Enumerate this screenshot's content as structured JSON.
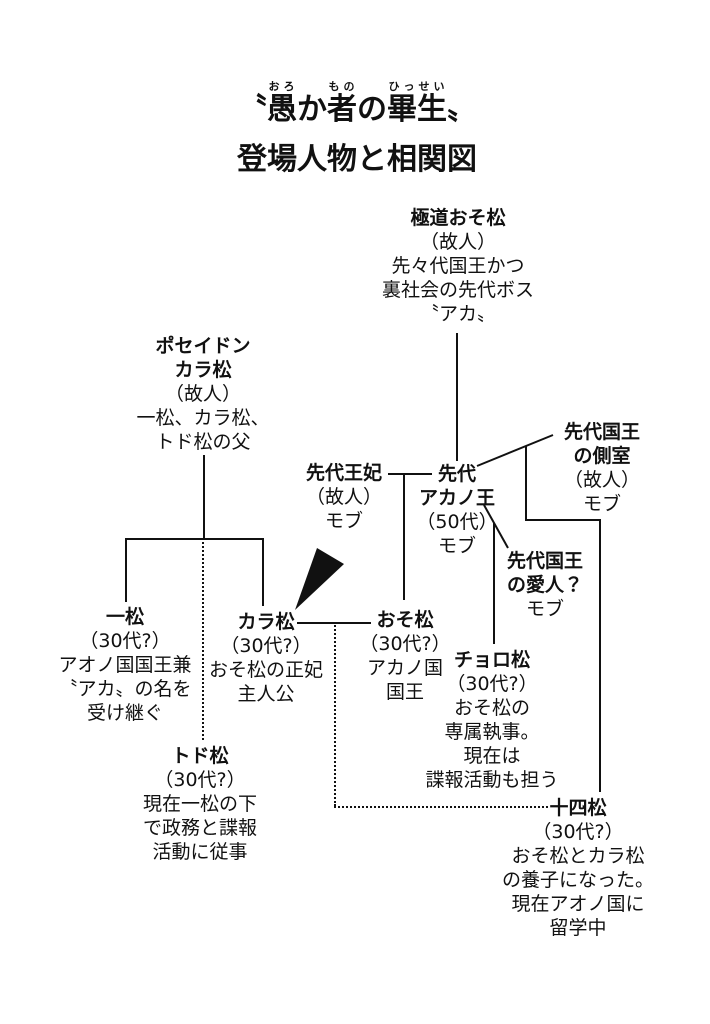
{
  "meta": {
    "background_color": "#ffffff",
    "ink_color": "#111111"
  },
  "title": {
    "quote_open": "〝",
    "quote_close": "〟",
    "ruby": [
      {
        "base": "愚",
        "rt": "おろ"
      },
      {
        "base": "か",
        "rt": ""
      },
      {
        "base": "者",
        "rt": "もの"
      },
      {
        "base": "の",
        "rt": ""
      },
      {
        "base": "畢生",
        "rt": "ひっせい"
      }
    ],
    "line2": "登場人物と相関図"
  },
  "nodes": {
    "gokudo_osomatsu": {
      "name": "極道おそ松",
      "details": [
        "（故人）",
        "先々代国王かつ",
        "裏社会の先代ボス",
        "〝アカ〟"
      ]
    },
    "poseidon_karamatsu": {
      "name_line1": "ポセイドン",
      "name_line2": "カラ松",
      "details": [
        "（故人）",
        "一松、カラ松、",
        "トド松の父"
      ]
    },
    "sendai_ouhi": {
      "name": "先代王妃",
      "details": [
        "（故人）",
        "モブ"
      ]
    },
    "sendai_akano_ou": {
      "name_line1": "先代",
      "name_line2": "アカノ王",
      "details": [
        "（50代）",
        "モブ"
      ]
    },
    "sendai_kokuou_sokushitsu": {
      "name_line1": "先代国王",
      "name_line2": "の側室",
      "details": [
        "（故人）",
        "モブ"
      ]
    },
    "sendai_kokuou_aijin": {
      "name_line1": "先代国王",
      "name_line2": "の愛人？",
      "details": [
        "モブ"
      ]
    },
    "ichimatsu": {
      "name": "一松",
      "details": [
        "（30代?）",
        "アオノ国国王兼",
        "〝アカ〟の名を",
        "受け継ぐ"
      ]
    },
    "karamatsu": {
      "name": "カラ松",
      "details": [
        "（30代?）",
        "おそ松の正妃",
        "主人公"
      ]
    },
    "osomatsu": {
      "name": "おそ松",
      "details": [
        "（30代?）",
        "アカノ国",
        "国王"
      ]
    },
    "choromatsu": {
      "name": "チョロ松",
      "details": [
        "（30代?）",
        "おそ松の",
        "専属執事。",
        "現在は",
        "諜報活動も担う"
      ]
    },
    "todomatsu": {
      "name": "トド松",
      "details": [
        "（30代?）",
        "現在一松の下",
        "で政務と諜報",
        "活動に従事"
      ]
    },
    "juushimatsu": {
      "name": "十四松",
      "details": [
        "（30代?）",
        "おそ松とカラ松",
        "の養子になった。",
        "現在アオノ国に",
        "留学中"
      ]
    }
  }
}
